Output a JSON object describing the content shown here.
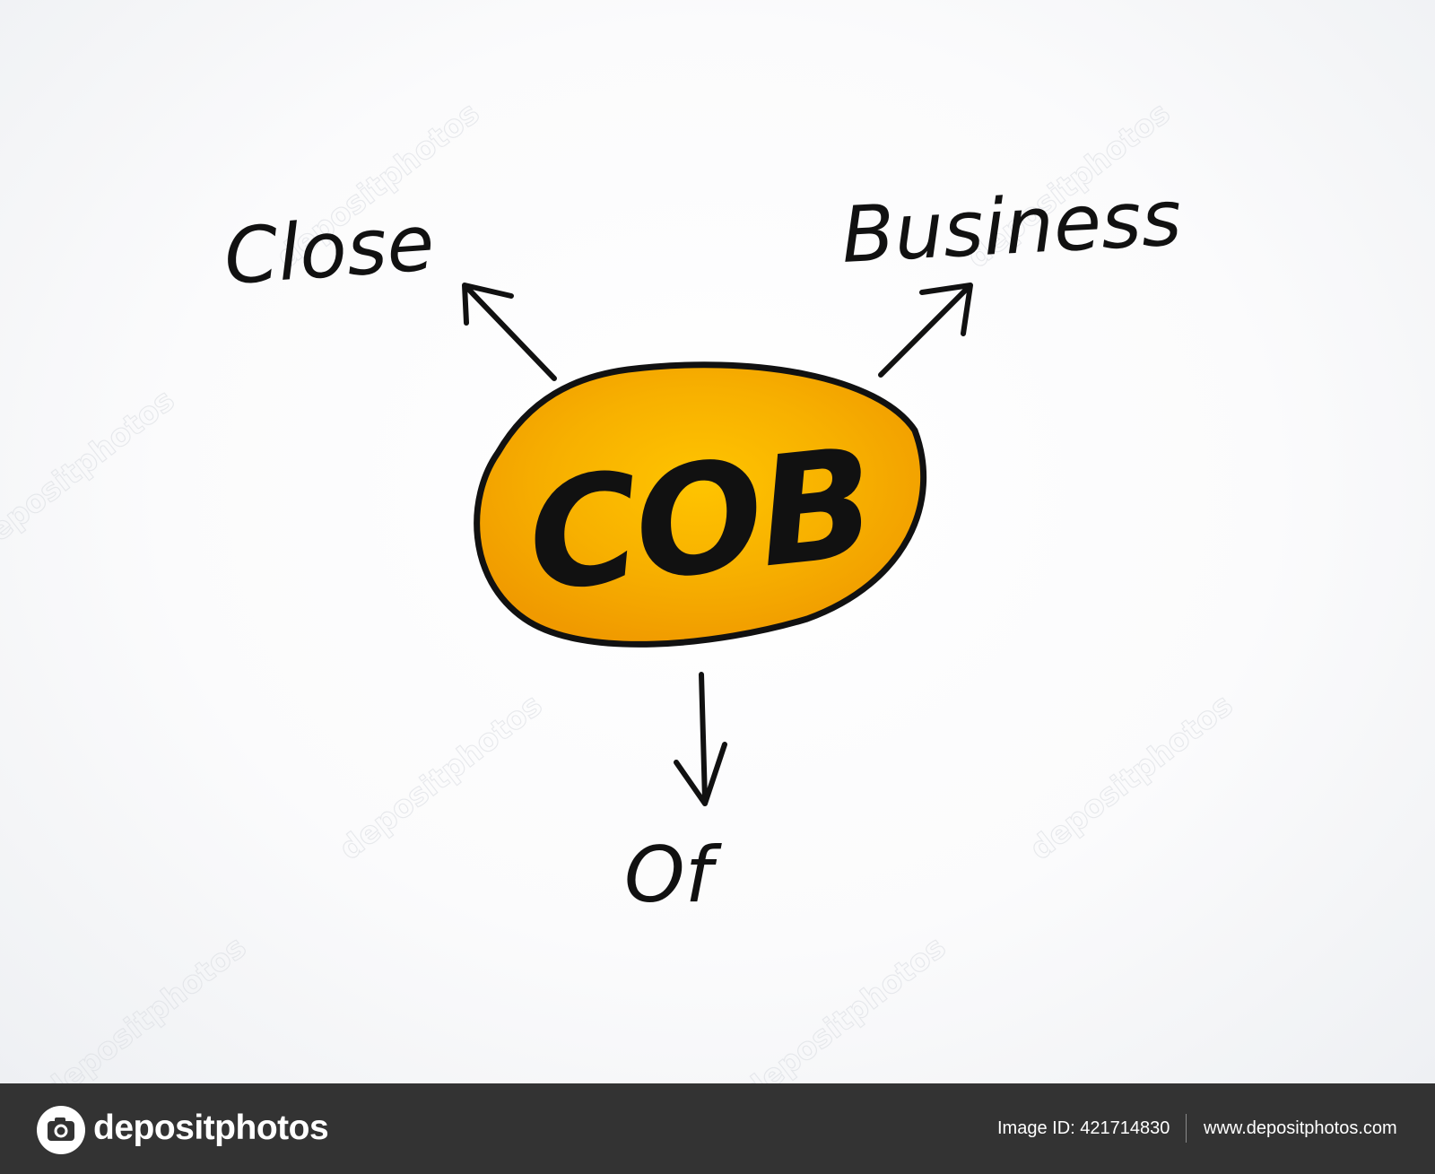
{
  "diagram": {
    "center": {
      "label": "COB",
      "fill_color": "#f5b400",
      "outline_color": "#111111"
    },
    "terms": [
      {
        "label": "Close",
        "direction": "up-left"
      },
      {
        "label": "Business",
        "direction": "up-right"
      },
      {
        "label": "Of",
        "direction": "down"
      }
    ],
    "watermark": "depositphotos"
  },
  "footer": {
    "logo_text": "depositphotos",
    "image_id": "Image ID: 421714830",
    "site_url": "www.depositphotos.com",
    "background_color": "#333333"
  }
}
